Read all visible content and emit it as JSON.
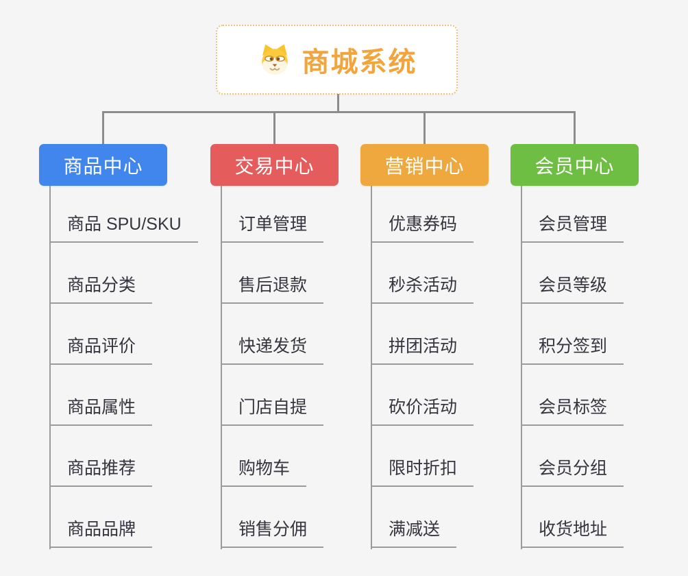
{
  "page": {
    "background_color": "#f5f5f5",
    "connector_color": "#8c8c8c",
    "leaf_text_color": "#35353f",
    "leaf_underline_color": "#9b9b9b"
  },
  "root": {
    "title": "商城系统",
    "icon": "dog-face-icon",
    "text_color": "#f2a53c",
    "border_color": "#f3c078",
    "background": "#ffffff"
  },
  "branches": [
    {
      "label": "商品中心",
      "color": "#4186ec",
      "items": [
        "商品 SPU/SKU",
        "商品分类",
        "商品评价",
        "商品属性",
        "商品推荐",
        "商品品牌"
      ]
    },
    {
      "label": "交易中心",
      "color": "#e45c5c",
      "items": [
        "订单管理",
        "售后退款",
        "快递发货",
        "门店自提",
        "购物车",
        "销售分佣"
      ]
    },
    {
      "label": "营销中心",
      "color": "#eea83d",
      "items": [
        "优惠券码",
        "秒杀活动",
        "拼团活动",
        "砍价活动",
        "限时折扣",
        "满减送"
      ]
    },
    {
      "label": "会员中心",
      "color": "#6fbe44",
      "items": [
        "会员管理",
        "会员等级",
        "积分签到",
        "会员标签",
        "会员分组",
        "收货地址"
      ]
    }
  ]
}
